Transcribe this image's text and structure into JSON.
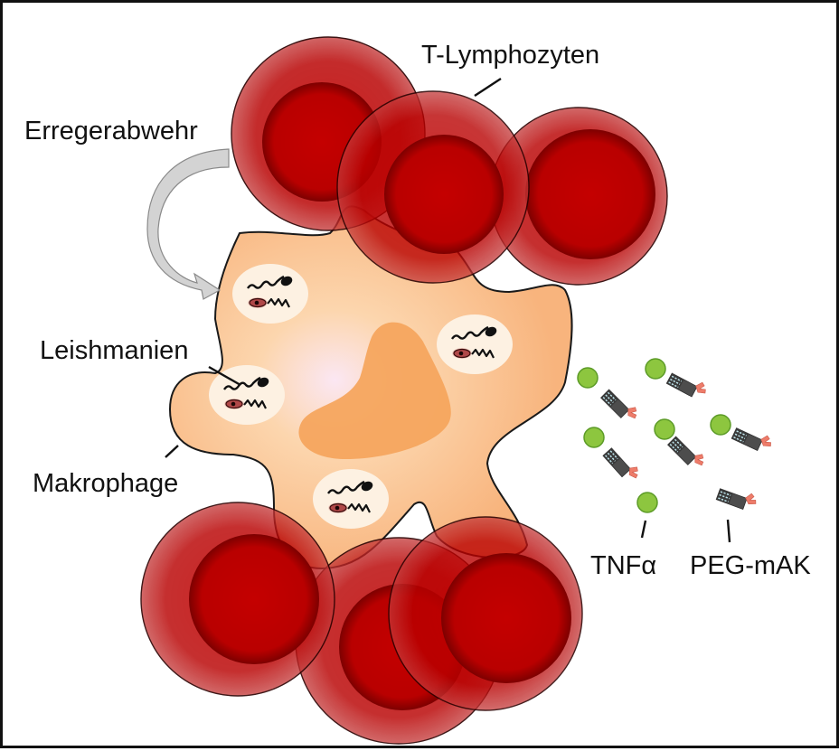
{
  "labels": {
    "t_cells": "T-Lymphozyten",
    "pathogen_defense": "Erregerabwehr",
    "leishmania": "Leishmanien",
    "macrophage": "Makrophage",
    "tnf": "TNFα",
    "antibody": "PEG-mAK"
  },
  "colors": {
    "t_cell": "#c00000",
    "t_cell_dark": "#7a0000",
    "macrophage": "#fbc48f",
    "macrophage_center": "#fbe6f0",
    "nucleus": "#f6a55e",
    "vacuole": "#fdf1e2",
    "tnf": "#8dc63f",
    "tnf_stroke": "#5c9b27",
    "antibody_body": "#4d4d4d",
    "antibody_stripe": "#bde3ea",
    "peg": "#ee7c6a",
    "arrow": "#bdbdbd"
  },
  "scene": {
    "t_cells_top_count": 3,
    "t_cells_bottom_count": 3,
    "leishmania_vacuoles": 4,
    "tnf_antibody_complexes": 5,
    "free_tnf": 1,
    "free_antibody": 1
  }
}
